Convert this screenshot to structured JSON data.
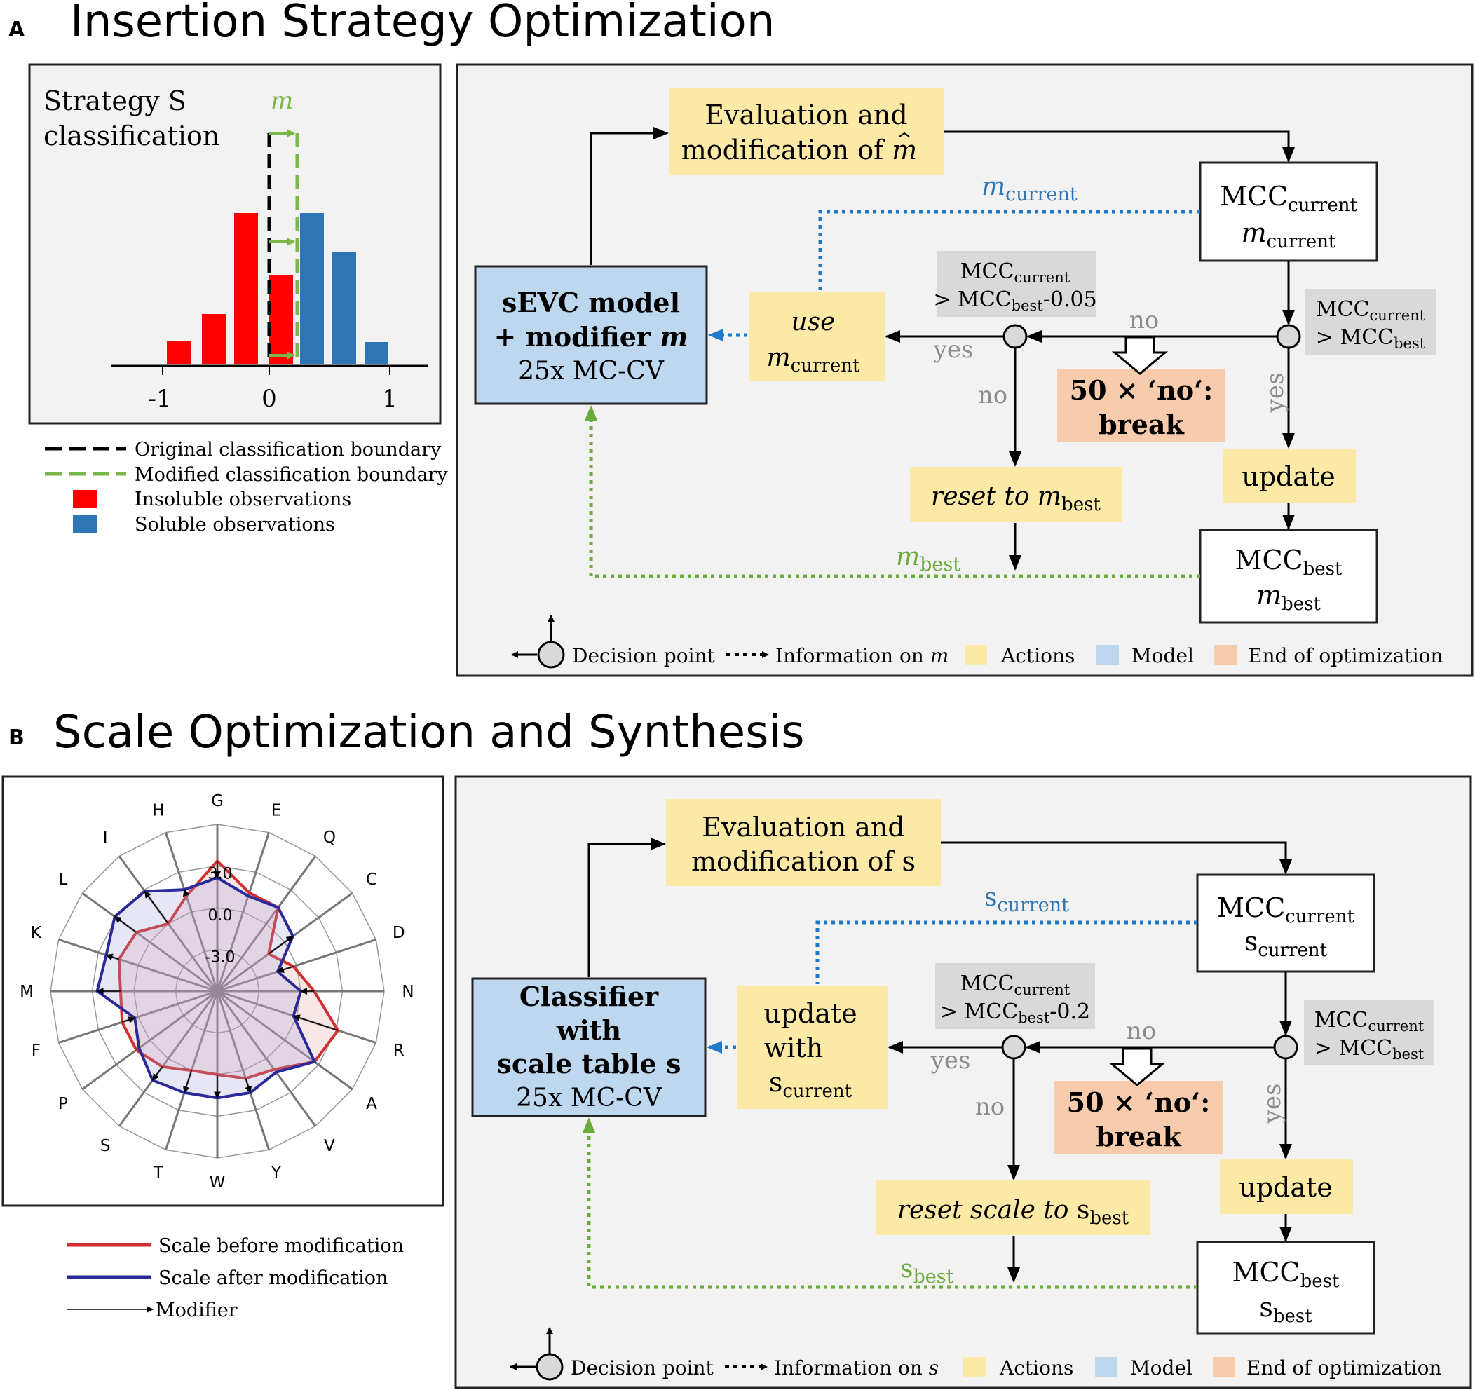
{
  "panel_a": {
    "letter": "A",
    "title": "Insertion Strategy Optimization",
    "hist_title_1": "Strategy S",
    "hist_title_2": "classification",
    "modifier_label": "m",
    "xticks": [
      "-1",
      "0",
      "1"
    ],
    "legend": [
      {
        "label": "Original classification boundary",
        "color": "#000000"
      },
      {
        "label": "Modified classification boundary",
        "color": "#7ab648"
      },
      {
        "label": "Insoluble observations",
        "color": "#ff0000"
      },
      {
        "label": "Soluble observations",
        "color": "#2e75b6"
      }
    ],
    "flow": {
      "eval_1": "Evaluation and",
      "eval_2": "modification of ",
      "eval_var": "m",
      "mcc_current_top": "MCC",
      "mcc_current_sub": "current",
      "m_current_main": "m",
      "m_current_sub": "current",
      "dotted_current_main": "m",
      "dotted_current_sub": "current",
      "cond1_l1_main": "MCC",
      "cond1_l1_sub": "current",
      "cond1_l2_pre": "> MCC",
      "cond1_l2_sub": "best",
      "cond1_l2_post": "-0.05",
      "cond2_l1_main": "MCC",
      "cond2_l1_sub": "current",
      "cond2_l2_pre": "> MCC",
      "cond2_l2_sub": "best",
      "model_1": "sEVC model",
      "model_2": "+ modifier ",
      "model_2_var": "m",
      "model_3": "25x MC-CV",
      "use_1": "use",
      "use_2_main": "m",
      "use_2_sub": "current",
      "no_top": "no",
      "yes_left": "yes",
      "no_down": "no",
      "yes_down": "yes",
      "break_1": "50 × ‘no‘:",
      "break_2": "break",
      "reset_pre": "reset to ",
      "reset_main": "m",
      "reset_sub": "best",
      "update": "update",
      "mcc_best_main": "MCC",
      "mcc_best_sub": "best",
      "m_best_main": "m",
      "m_best_sub": "best",
      "dotted_best_main": "m",
      "dotted_best_sub": "best"
    },
    "key": {
      "decision": "Decision point",
      "info_pre": "Information on ",
      "info_var": "m",
      "actions": "Actions",
      "model": "Model",
      "end": "End of optimization"
    }
  },
  "panel_b": {
    "letter": "B",
    "title": "Scale Optimization and Synthesis",
    "radar_labels": [
      "G",
      "E",
      "Q",
      "C",
      "D",
      "N",
      "R",
      "A",
      "V",
      "Y",
      "W",
      "T",
      "S",
      "P",
      "F",
      "M",
      "K",
      "L",
      "I",
      "H"
    ],
    "radar_ticks": [
      "3.0",
      "0.0",
      "-3.0"
    ],
    "legend": [
      {
        "label": "Scale before modification",
        "color": "#d03030"
      },
      {
        "label": "Scale after modification",
        "color": "#2a2a9a"
      },
      {
        "label": "Modifier",
        "color": "#000000"
      }
    ],
    "flow": {
      "eval_1": "Evaluation and",
      "eval_2": "modification of s",
      "mcc_current_top": "MCC",
      "mcc_current_sub": "current",
      "s_current_main": "s",
      "s_current_sub": "current",
      "dotted_current_main": "s",
      "dotted_current_sub": "current",
      "cond1_l1_main": "MCC",
      "cond1_l1_sub": "current",
      "cond1_l2_pre": "> MCC",
      "cond1_l2_sub": "best",
      "cond1_l2_post": "-0.2",
      "cond2_l1_main": "MCC",
      "cond2_l1_sub": "current",
      "cond2_l2_pre": "> MCC",
      "cond2_l2_sub": "best",
      "model_1": "Classifier",
      "model_2": "with",
      "model_3": "scale table s",
      "model_4": "25x MC-CV",
      "upd_1": "update",
      "upd_2": "with",
      "upd_3_main": "s",
      "upd_3_sub": "current",
      "no_top": "no",
      "yes_left": "yes",
      "no_down": "no",
      "yes_down": "yes",
      "break_1": "50 × ‘no‘:",
      "break_2": "break",
      "reset_pre": "reset scale to ",
      "reset_main": "s",
      "reset_sub": "best",
      "update": "update",
      "mcc_best_main": "MCC",
      "mcc_best_sub": "best",
      "s_best_main": "s",
      "s_best_sub": "best",
      "dotted_best_main": "s",
      "dotted_best_sub": "best"
    },
    "key": {
      "decision": "Decision point",
      "info_pre": "Information on ",
      "info_var": "s",
      "actions": "Actions",
      "model": "Model",
      "end": "End of optimization"
    }
  },
  "colors": {
    "action": "#fde9a6",
    "model": "#bdd7ee",
    "end": "#f8cbad",
    "condition": "#d9d9d9",
    "panel_bg": "#f2f2f2",
    "blue_dotted": "#1f78c8",
    "green_dotted": "#6aab3c",
    "grey_text": "#8c8c8c"
  }
}
